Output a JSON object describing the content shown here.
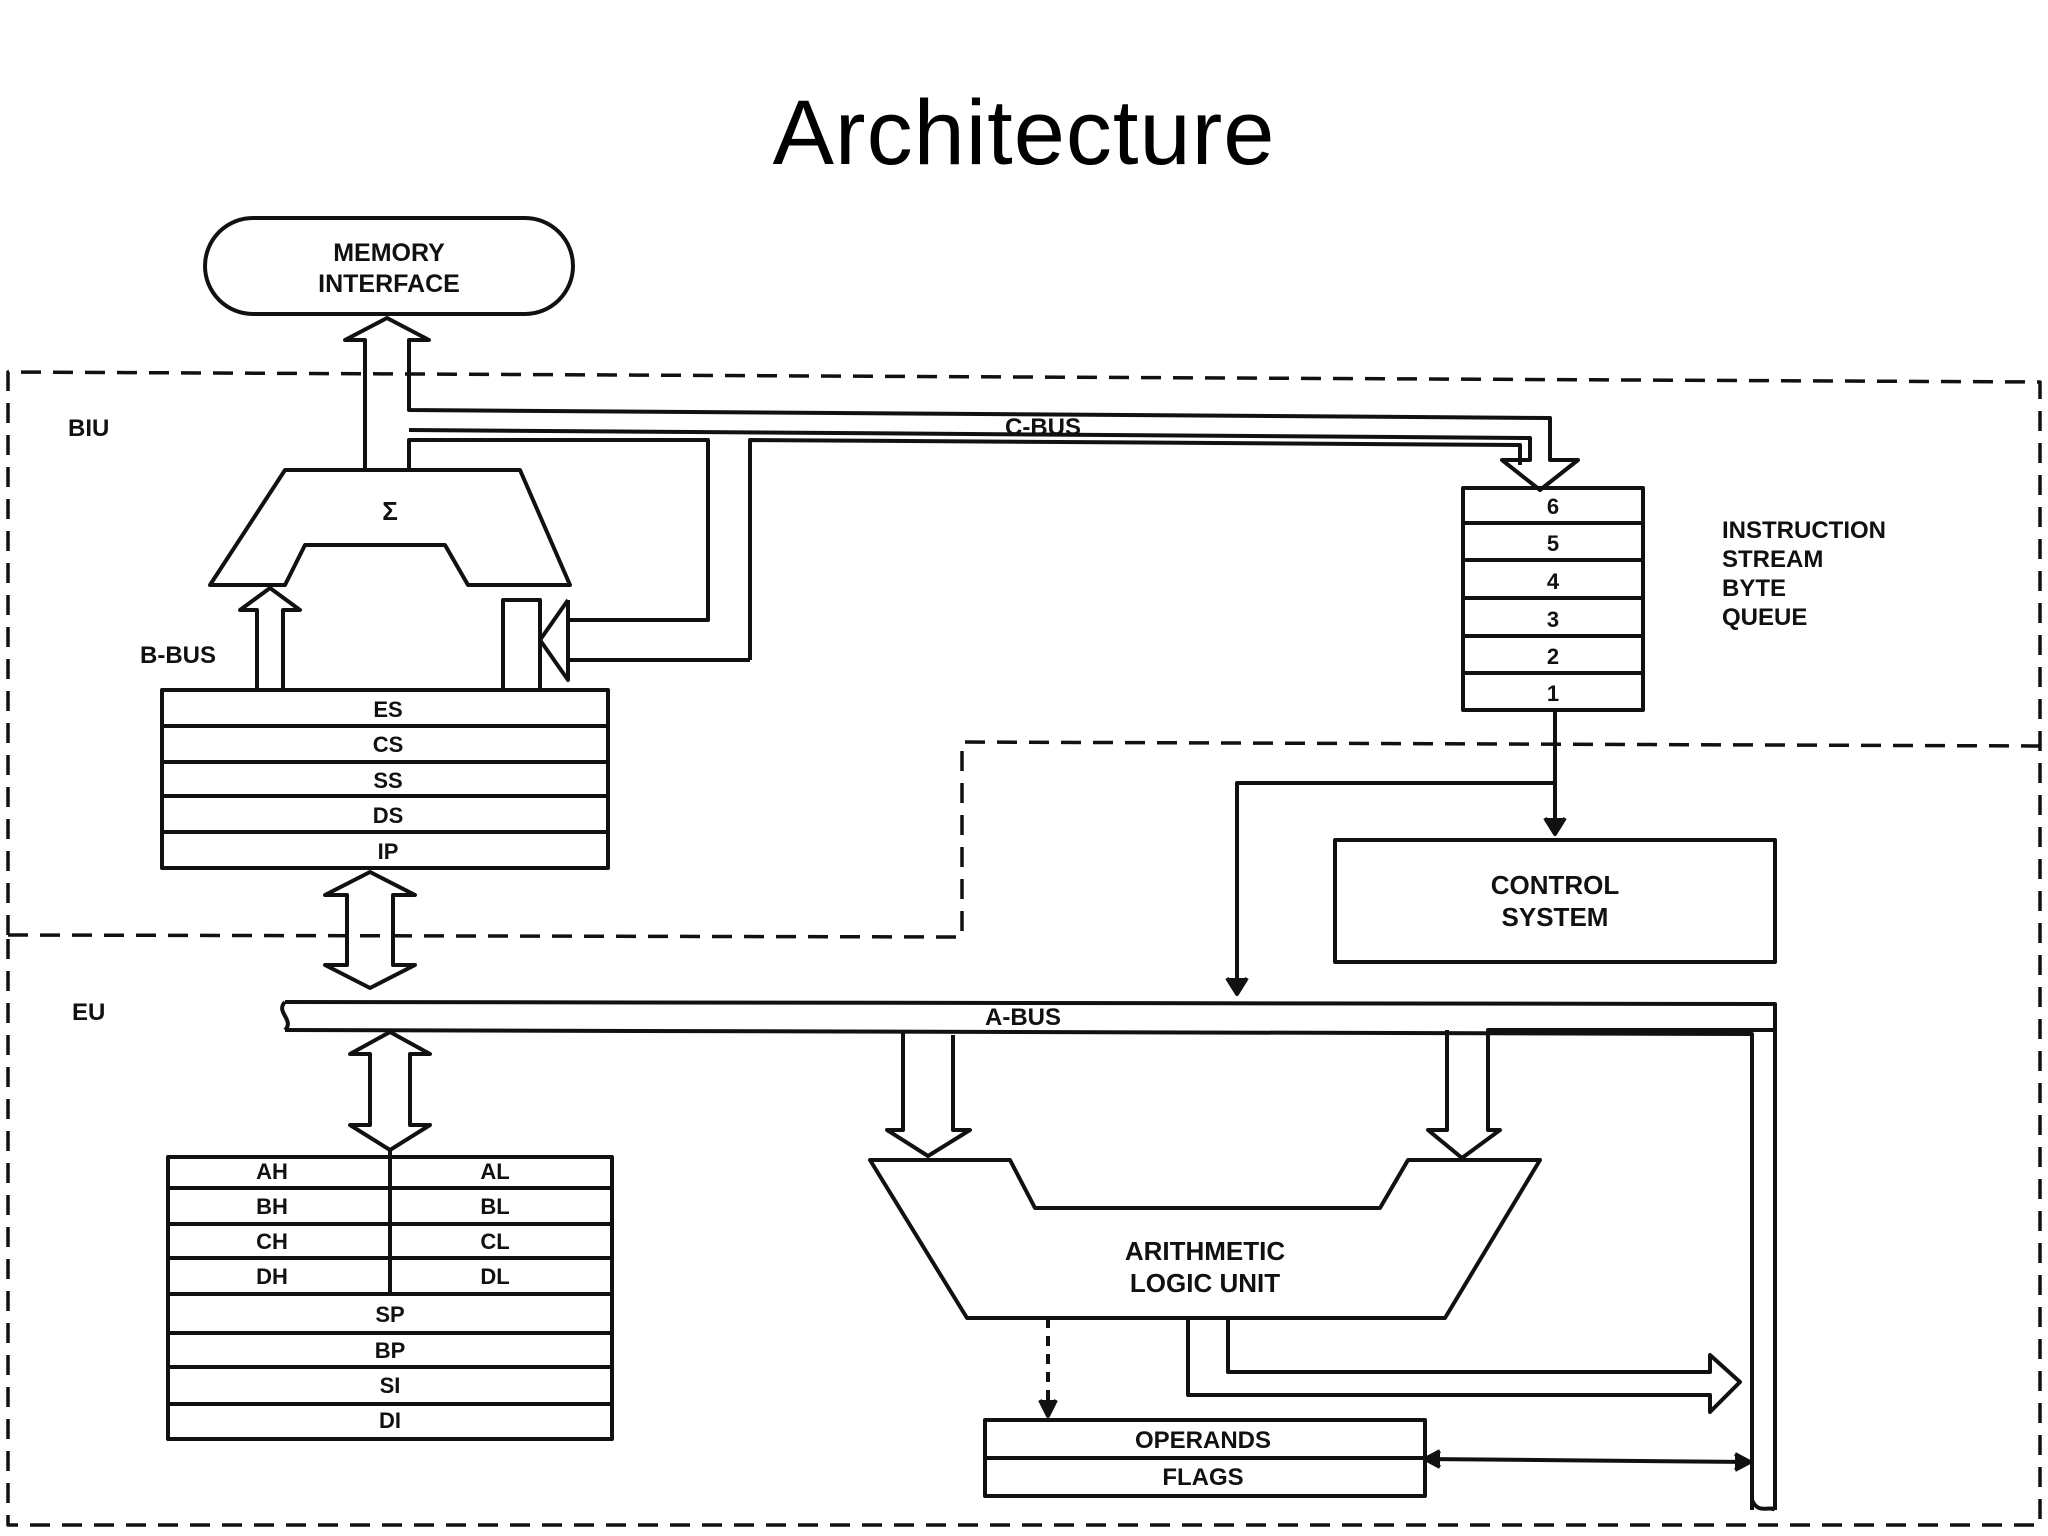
{
  "title": "Architecture",
  "memory_interface": {
    "line1": "MEMORY",
    "line2": "INTERFACE"
  },
  "sections": {
    "biu": "BIU",
    "eu": "EU"
  },
  "buses": {
    "c_bus": "C-BUS",
    "b_bus": "B-BUS",
    "a_bus": "A-BUS"
  },
  "adder_symbol": "Σ",
  "segment_registers": [
    "ES",
    "CS",
    "SS",
    "DS",
    "IP"
  ],
  "queue": {
    "bytes": [
      "6",
      "5",
      "4",
      "3",
      "2",
      "1"
    ],
    "label": [
      "INSTRUCTION",
      "STREAM",
      "BYTE",
      "QUEUE"
    ]
  },
  "control_system": {
    "line1": "CONTROL",
    "line2": "SYSTEM"
  },
  "general_registers": {
    "high": [
      "AH",
      "BH",
      "CH",
      "DH"
    ],
    "low": [
      "AL",
      "BL",
      "CL",
      "DL"
    ],
    "pointers": [
      "SP",
      "BP",
      "SI",
      "DI"
    ]
  },
  "alu": {
    "line1": "ARITHMETIC",
    "line2": "LOGIC UNIT"
  },
  "operands_flags": [
    "OPERANDS",
    "FLAGS"
  ]
}
